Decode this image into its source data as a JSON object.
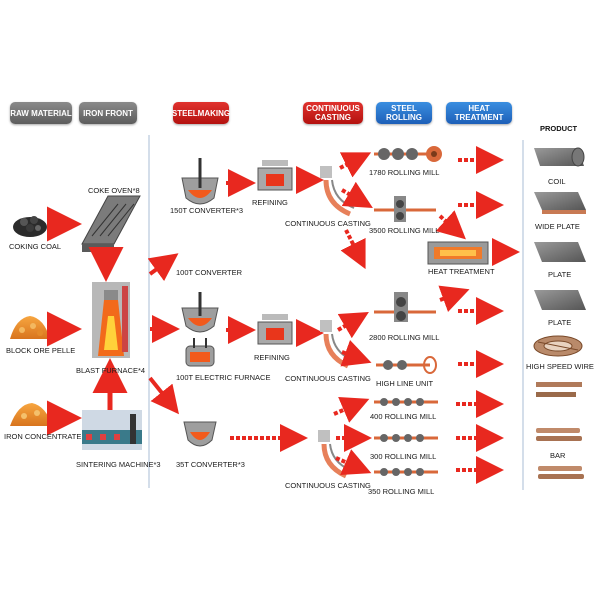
{
  "headers": {
    "raw_material": "RAW MATERIAL",
    "iron_front": "IRON FRONT",
    "steelmaking": "STEELMAKING",
    "continuous_casting": "CONTINUOUS CASTING",
    "steel_rolling": "STEEL ROLLING",
    "heat_treatment": "HEAT TREATMENT",
    "product": "PRODUCT"
  },
  "raw_materials": {
    "coking_coal": "COKING COAL",
    "block_ore": "BLOCK ORE PELLE",
    "iron_concentrate": "IRON CONCENTRATE"
  },
  "iron_front": {
    "coke_oven": "COKE OVEN*8",
    "blast_furnace": "BLAST FURNACE*4",
    "sintering_machine": "SINTERING MACHINE*3"
  },
  "steelmaking": {
    "converter_150": "150T CONVERTER*3",
    "converter_100": "100T CONVERTER",
    "electric_furnace_100": "100T  ELECTRIC FURNACE",
    "converter_35": "35T CONVERTER*3",
    "refining_1": "REFINING",
    "refining_2": "REFINING"
  },
  "casting": {
    "cc_1": "CONTINUOUS CASTING",
    "cc_2": "CONTINUOUS CASTING",
    "cc_3": "CONTINUOUS CASTING"
  },
  "rolling": {
    "mill_1780": "1780 ROLLING MILL",
    "mill_3500": "3500 ROLLING MILL",
    "mill_2800": "2800 ROLLING MILL",
    "high_line": "HIGH LINE UNIT",
    "mill_400": "400 ROLLING MILL",
    "mill_300": "300 ROLLING MILL",
    "mill_350": "350 ROLLING MILL"
  },
  "heat_treatment": {
    "label": "HEAT TREATMENT"
  },
  "products": {
    "coil": "COIL",
    "wide_plate": "WIDE PLATE",
    "plate_1": "PLATE",
    "plate_2": "PLATE",
    "high_speed_wire": "HIGH SPEED WIRE",
    "bar": "BAR"
  },
  "colors": {
    "accent_red": "#e8281f",
    "header_gray": "#6e6e6e",
    "header_blue": "#2a78d4",
    "divider": "#a9bcd6"
  }
}
